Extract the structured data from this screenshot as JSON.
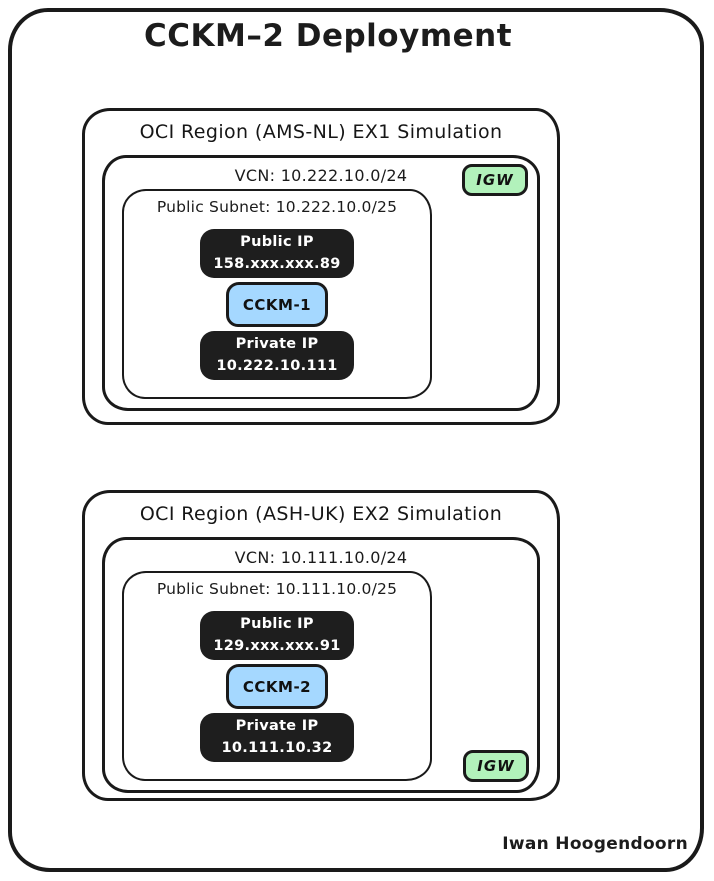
{
  "page": {
    "title": "CCKM–2 Deployment",
    "author": "Iwan Hoogendoorn"
  },
  "colors": {
    "ink": "#1a1a1a",
    "igw_green": "#b2f2bb",
    "instance_blue": "#a5d8ff",
    "chip_black": "#1e1e1e",
    "background": "#ffffff"
  },
  "regions": [
    {
      "title": "OCI Region (AMS-NL) EX1 Simulation",
      "vcn_label": "VCN: 10.222.10.0/24",
      "igw_label": "IGW",
      "igw_position": "top-right",
      "subnet_label": "Public Subnet: 10.222.10.0/25",
      "public_ip": {
        "label": "Public IP",
        "value": "158.xxx.xxx.89"
      },
      "instance_label": "CCKM-1",
      "private_ip": {
        "label": "Private IP",
        "value": "10.222.10.111"
      }
    },
    {
      "title": "OCI Region (ASH-UK) EX2 Simulation",
      "vcn_label": "VCN: 10.111.10.0/24",
      "igw_label": "IGW",
      "igw_position": "bottom-right",
      "subnet_label": "Public Subnet: 10.111.10.0/25",
      "public_ip": {
        "label": "Public IP",
        "value": "129.xxx.xxx.91"
      },
      "instance_label": "CCKM-2",
      "private_ip": {
        "label": "Private IP",
        "value": "10.111.10.32"
      }
    }
  ]
}
